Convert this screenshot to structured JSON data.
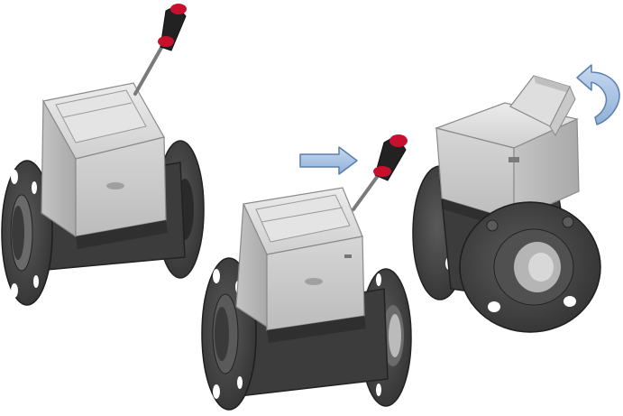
{
  "figure": {
    "description_free": true,
    "step_count": 3,
    "steps": [
      {
        "id": "step-1",
        "tool": "screwdriver",
        "state": "screwdriver-inserted"
      },
      {
        "id": "step-2",
        "tool": "screwdriver",
        "state": "screwdriver-pushed"
      },
      {
        "id": "step-3",
        "tool": "none",
        "state": "lid-opened"
      }
    ],
    "arrows": [
      {
        "id": "push-arrow",
        "kind": "straight-right"
      },
      {
        "id": "rotate-arrow",
        "kind": "curved-rotate"
      }
    ],
    "colors": {
      "body_light": "#d9d9d9",
      "body_mid": "#bdbdbd",
      "flange": "#474747",
      "flange_dark": "#2e2e2e",
      "handle_red": "#c8102e",
      "handle_black": "#222222",
      "arrow_fill": "#a9c4e4",
      "arrow_stroke": "#5b7fae"
    }
  }
}
